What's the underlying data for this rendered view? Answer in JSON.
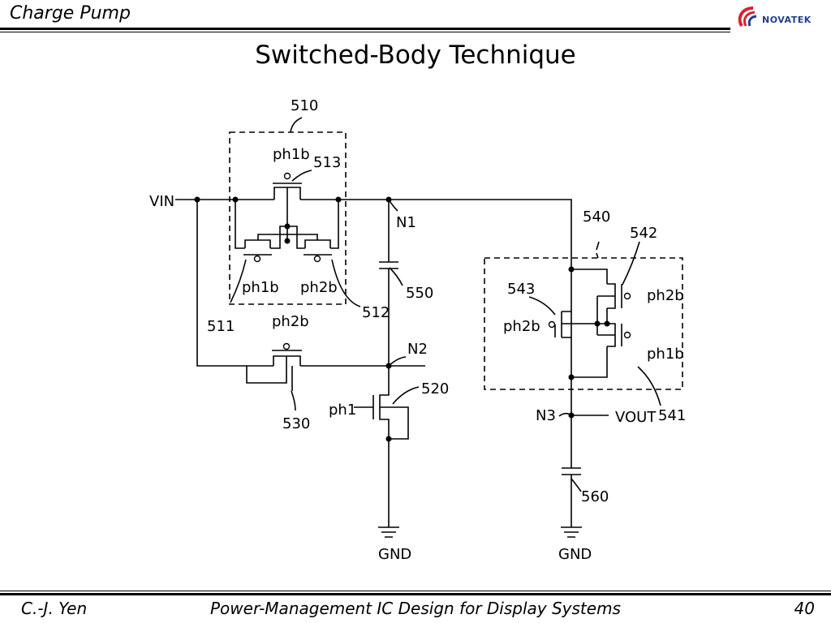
{
  "header": {
    "section": "Charge Pump",
    "logo_text": "NOVATEK"
  },
  "title": "Switched-Body Technique",
  "schematic": {
    "labels": {
      "block_510": "510",
      "block_540": "540",
      "t513": "513",
      "t511": "511",
      "t512": "512",
      "t530": "530",
      "t520": "520",
      "t542": "542",
      "t543": "543",
      "t541": "541",
      "c550": "550",
      "c560": "560",
      "vin": "VIN",
      "vout": "VOUT",
      "n1": "N1",
      "n2": "N2",
      "n3": "N3",
      "gnd_left": "GND",
      "gnd_right": "GND",
      "ph1b_513": "ph1b",
      "ph1b_511": "ph1b",
      "ph2b_512": "ph2b",
      "ph2b_530": "ph2b",
      "ph1_520": "ph1",
      "ph2b_542": "ph2b",
      "ph2b_543": "ph2b",
      "ph1b_541": "ph1b"
    }
  },
  "footer": {
    "author": "C.-J. Yen",
    "course": "Power-Management IC Design for Display Systems",
    "page": "40"
  }
}
